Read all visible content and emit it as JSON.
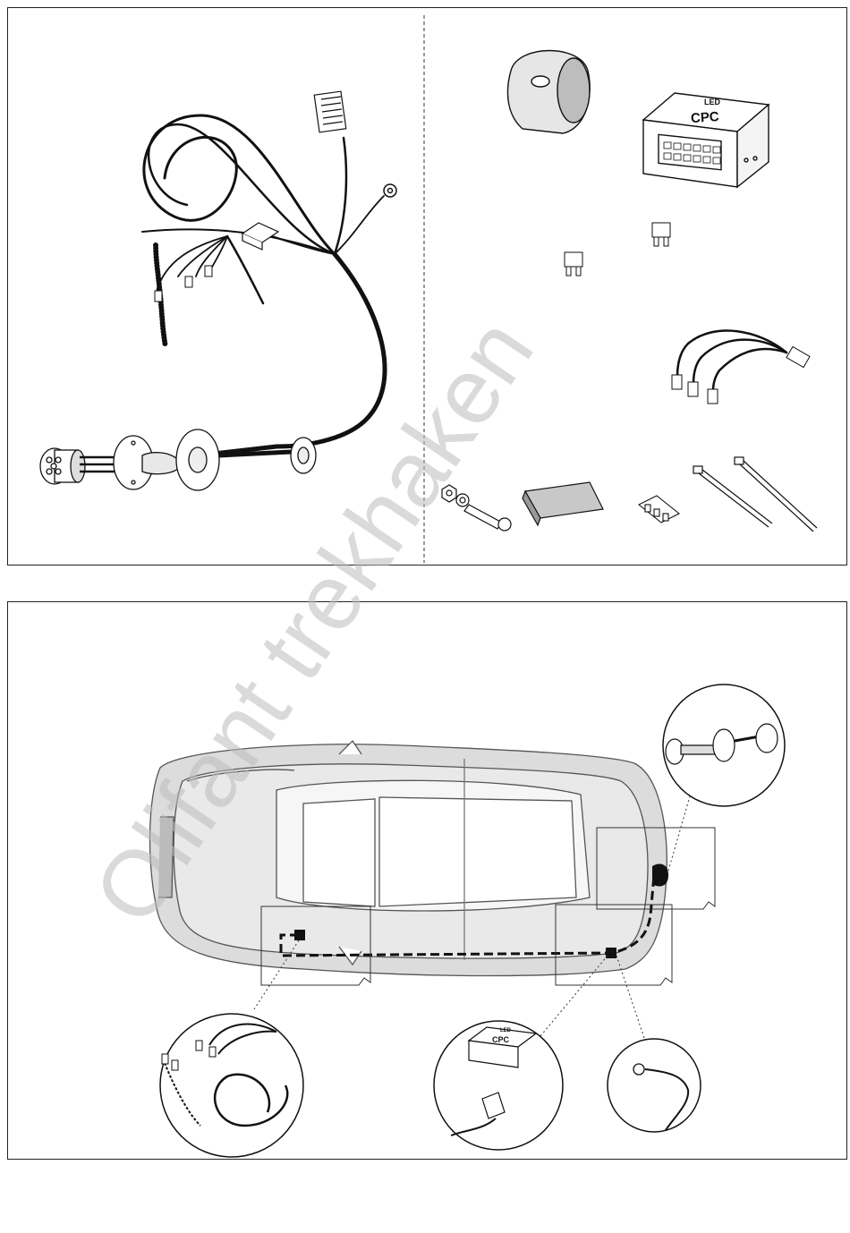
{
  "watermark": "Olifant trekhaken",
  "kit_parts": {
    "harness": "wiring-harness",
    "socket_cover": "socket-cover",
    "module": "LED CPC module",
    "module_logo_top": "LED",
    "module_logo_main": "CPC",
    "fuses": [
      "mini-fuse",
      "mini-fuse"
    ],
    "adapter": "bulb-adapter-leads",
    "hardware": [
      "nut",
      "washer",
      "bolt",
      "foam-pad",
      "connector-block",
      "cable-tie",
      "cable-tie"
    ]
  },
  "install_diagram": {
    "callouts": [
      "socket-detail",
      "front-connector-detail",
      "module-detail",
      "ground-detail"
    ]
  },
  "colors": {
    "line": "#1a1a1a",
    "car_shade": "#d8d8d8",
    "watermark": "#bbbbbb"
  }
}
